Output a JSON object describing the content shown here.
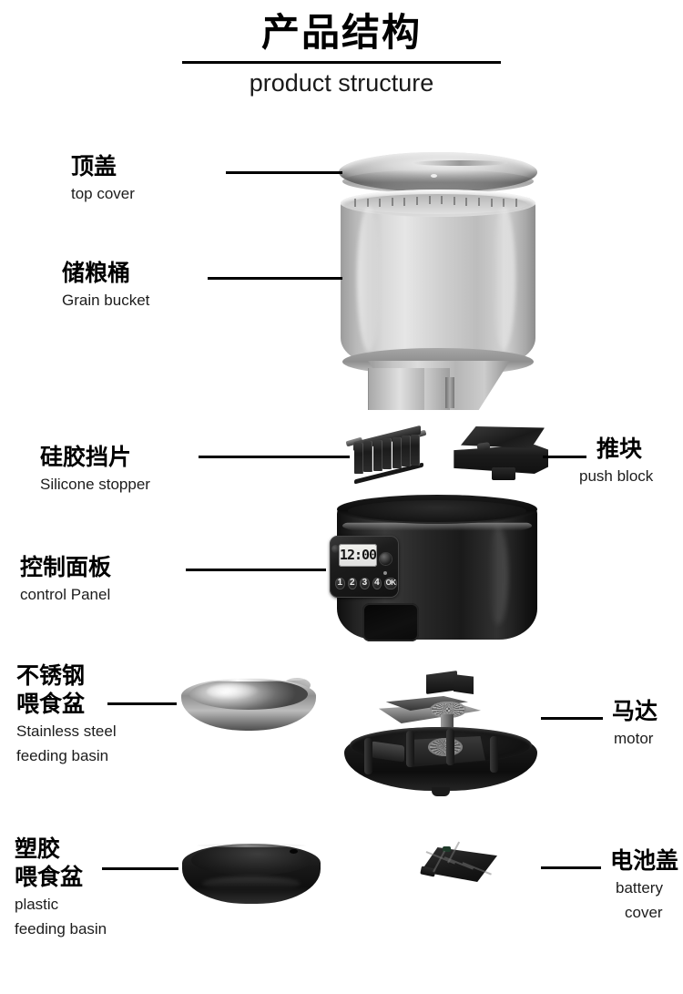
{
  "title": {
    "cn": "产品结构",
    "en": "product structure"
  },
  "labels": [
    {
      "id": "top-cover",
      "cn": "顶盖",
      "cn2": "",
      "en": "top cover",
      "en2": "",
      "side": "left"
    },
    {
      "id": "grain-bucket",
      "cn": "储粮桶",
      "cn2": "",
      "en": "Grain bucket",
      "en2": "",
      "side": "left"
    },
    {
      "id": "silicone-stopper",
      "cn": "硅胶挡片",
      "cn2": "",
      "en": "Silicone stopper",
      "en2": "",
      "side": "left"
    },
    {
      "id": "push-block",
      "cn": "推块",
      "cn2": "",
      "en": "push block",
      "en2": "",
      "side": "right"
    },
    {
      "id": "control-panel",
      "cn": "控制面板",
      "cn2": "",
      "en": "control Panel",
      "en2": "",
      "side": "left"
    },
    {
      "id": "steel-basin",
      "cn": "不锈钢",
      "cn2": "喂食盆",
      "en": "Stainless steel",
      "en2": "feeding basin",
      "side": "left"
    },
    {
      "id": "motor",
      "cn": "马达",
      "cn2": "",
      "en": "motor",
      "en2": "",
      "side": "right"
    },
    {
      "id": "plastic-basin",
      "cn": "塑胶",
      "cn2": "喂食盆",
      "en": "plastic",
      "en2": "feeding basin",
      "side": "left"
    },
    {
      "id": "battery-cover",
      "cn": "电池盖",
      "cn2": "",
      "en": "battery",
      "en2": "cover",
      "side": "right"
    }
  ],
  "control_panel": {
    "display_time": "12:00",
    "buttons": [
      "1",
      "2",
      "3",
      "4",
      "OK"
    ]
  },
  "colors": {
    "background": "#ffffff",
    "text": "#111111",
    "leader_line": "#000000",
    "metal_light": "#e6e6e6",
    "metal_mid": "#b9b9b9",
    "metal_dark": "#8d8d8d",
    "plastic_black": "#181818",
    "lcd_face": "#f2f2ee"
  }
}
